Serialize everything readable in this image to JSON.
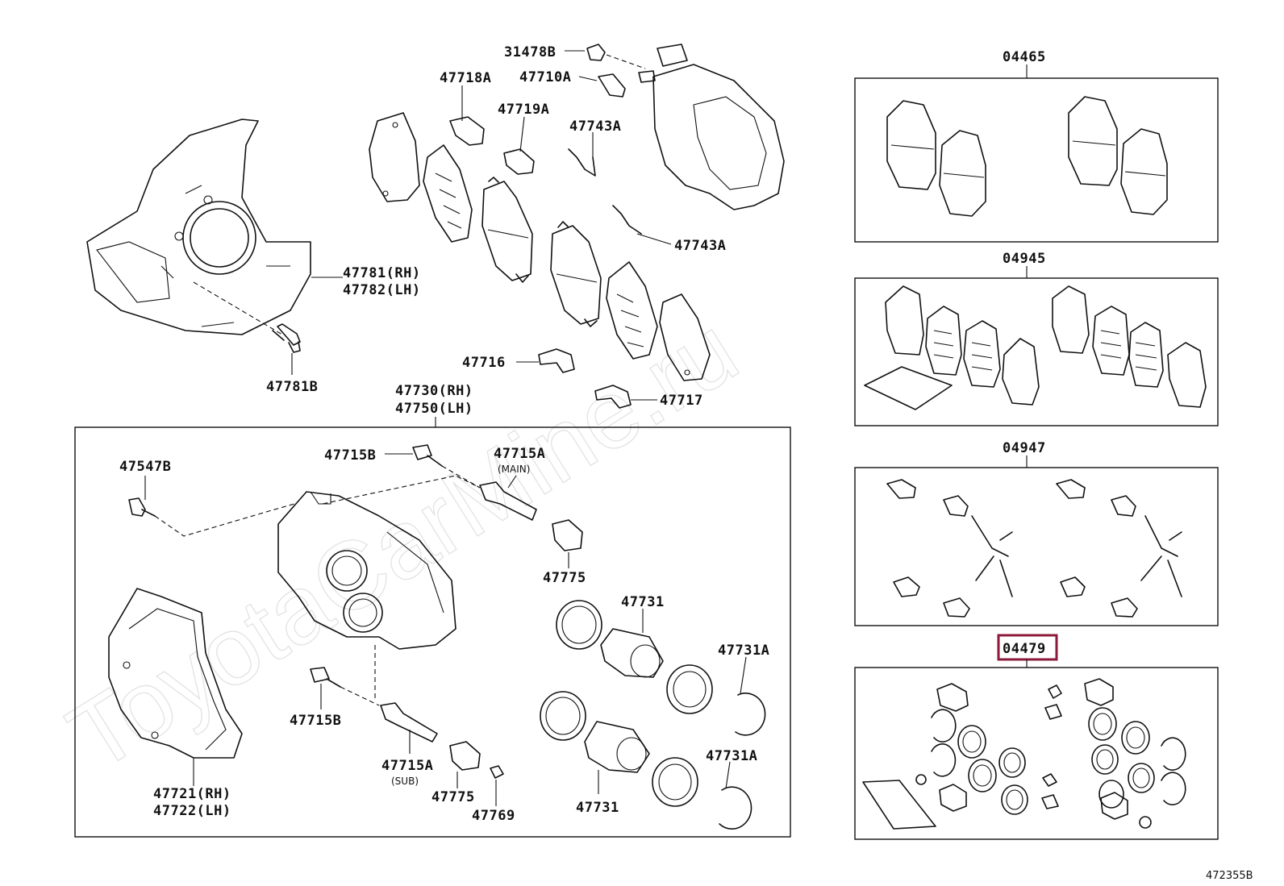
{
  "watermark": "ToyotaCarMine.ru",
  "diagram_code": "472355B",
  "highlight_color": "#8b1a3a",
  "labels": {
    "l31478B": "31478B",
    "l47718A": "47718A",
    "l47710A": "47710A",
    "l47719A": "47719A",
    "l47743A_top": "47743A",
    "l47743A_mid": "47743A",
    "l47781RH": "47781(RH)",
    "l47782LH": "47782(LH)",
    "l47781B": "47781B",
    "l47716": "47716",
    "l47717": "47717",
    "l47730RH": "47730(RH)",
    "l47750LH": "47750(LH)",
    "l47547B": "47547B",
    "l47715B_top": "47715B",
    "l47715A_main": "47715A",
    "main_note": "(MAIN)",
    "l47775_top": "47775",
    "l47731_top": "47731",
    "l47731A_top": "47731A",
    "l47715B_bot": "47715B",
    "l47715A_sub": "47715A",
    "sub_note": "(SUB)",
    "l47775_bot": "47775",
    "l47769": "47769",
    "l47731_bot": "47731",
    "l47731A_bot": "47731A",
    "l47721RH": "47721(RH)",
    "l47722LH": "47722(LH)"
  },
  "kits": [
    {
      "code": "04465",
      "highlighted": false
    },
    {
      "code": "04945",
      "highlighted": false
    },
    {
      "code": "04947",
      "highlighted": false
    },
    {
      "code": "04479",
      "highlighted": true
    }
  ]
}
